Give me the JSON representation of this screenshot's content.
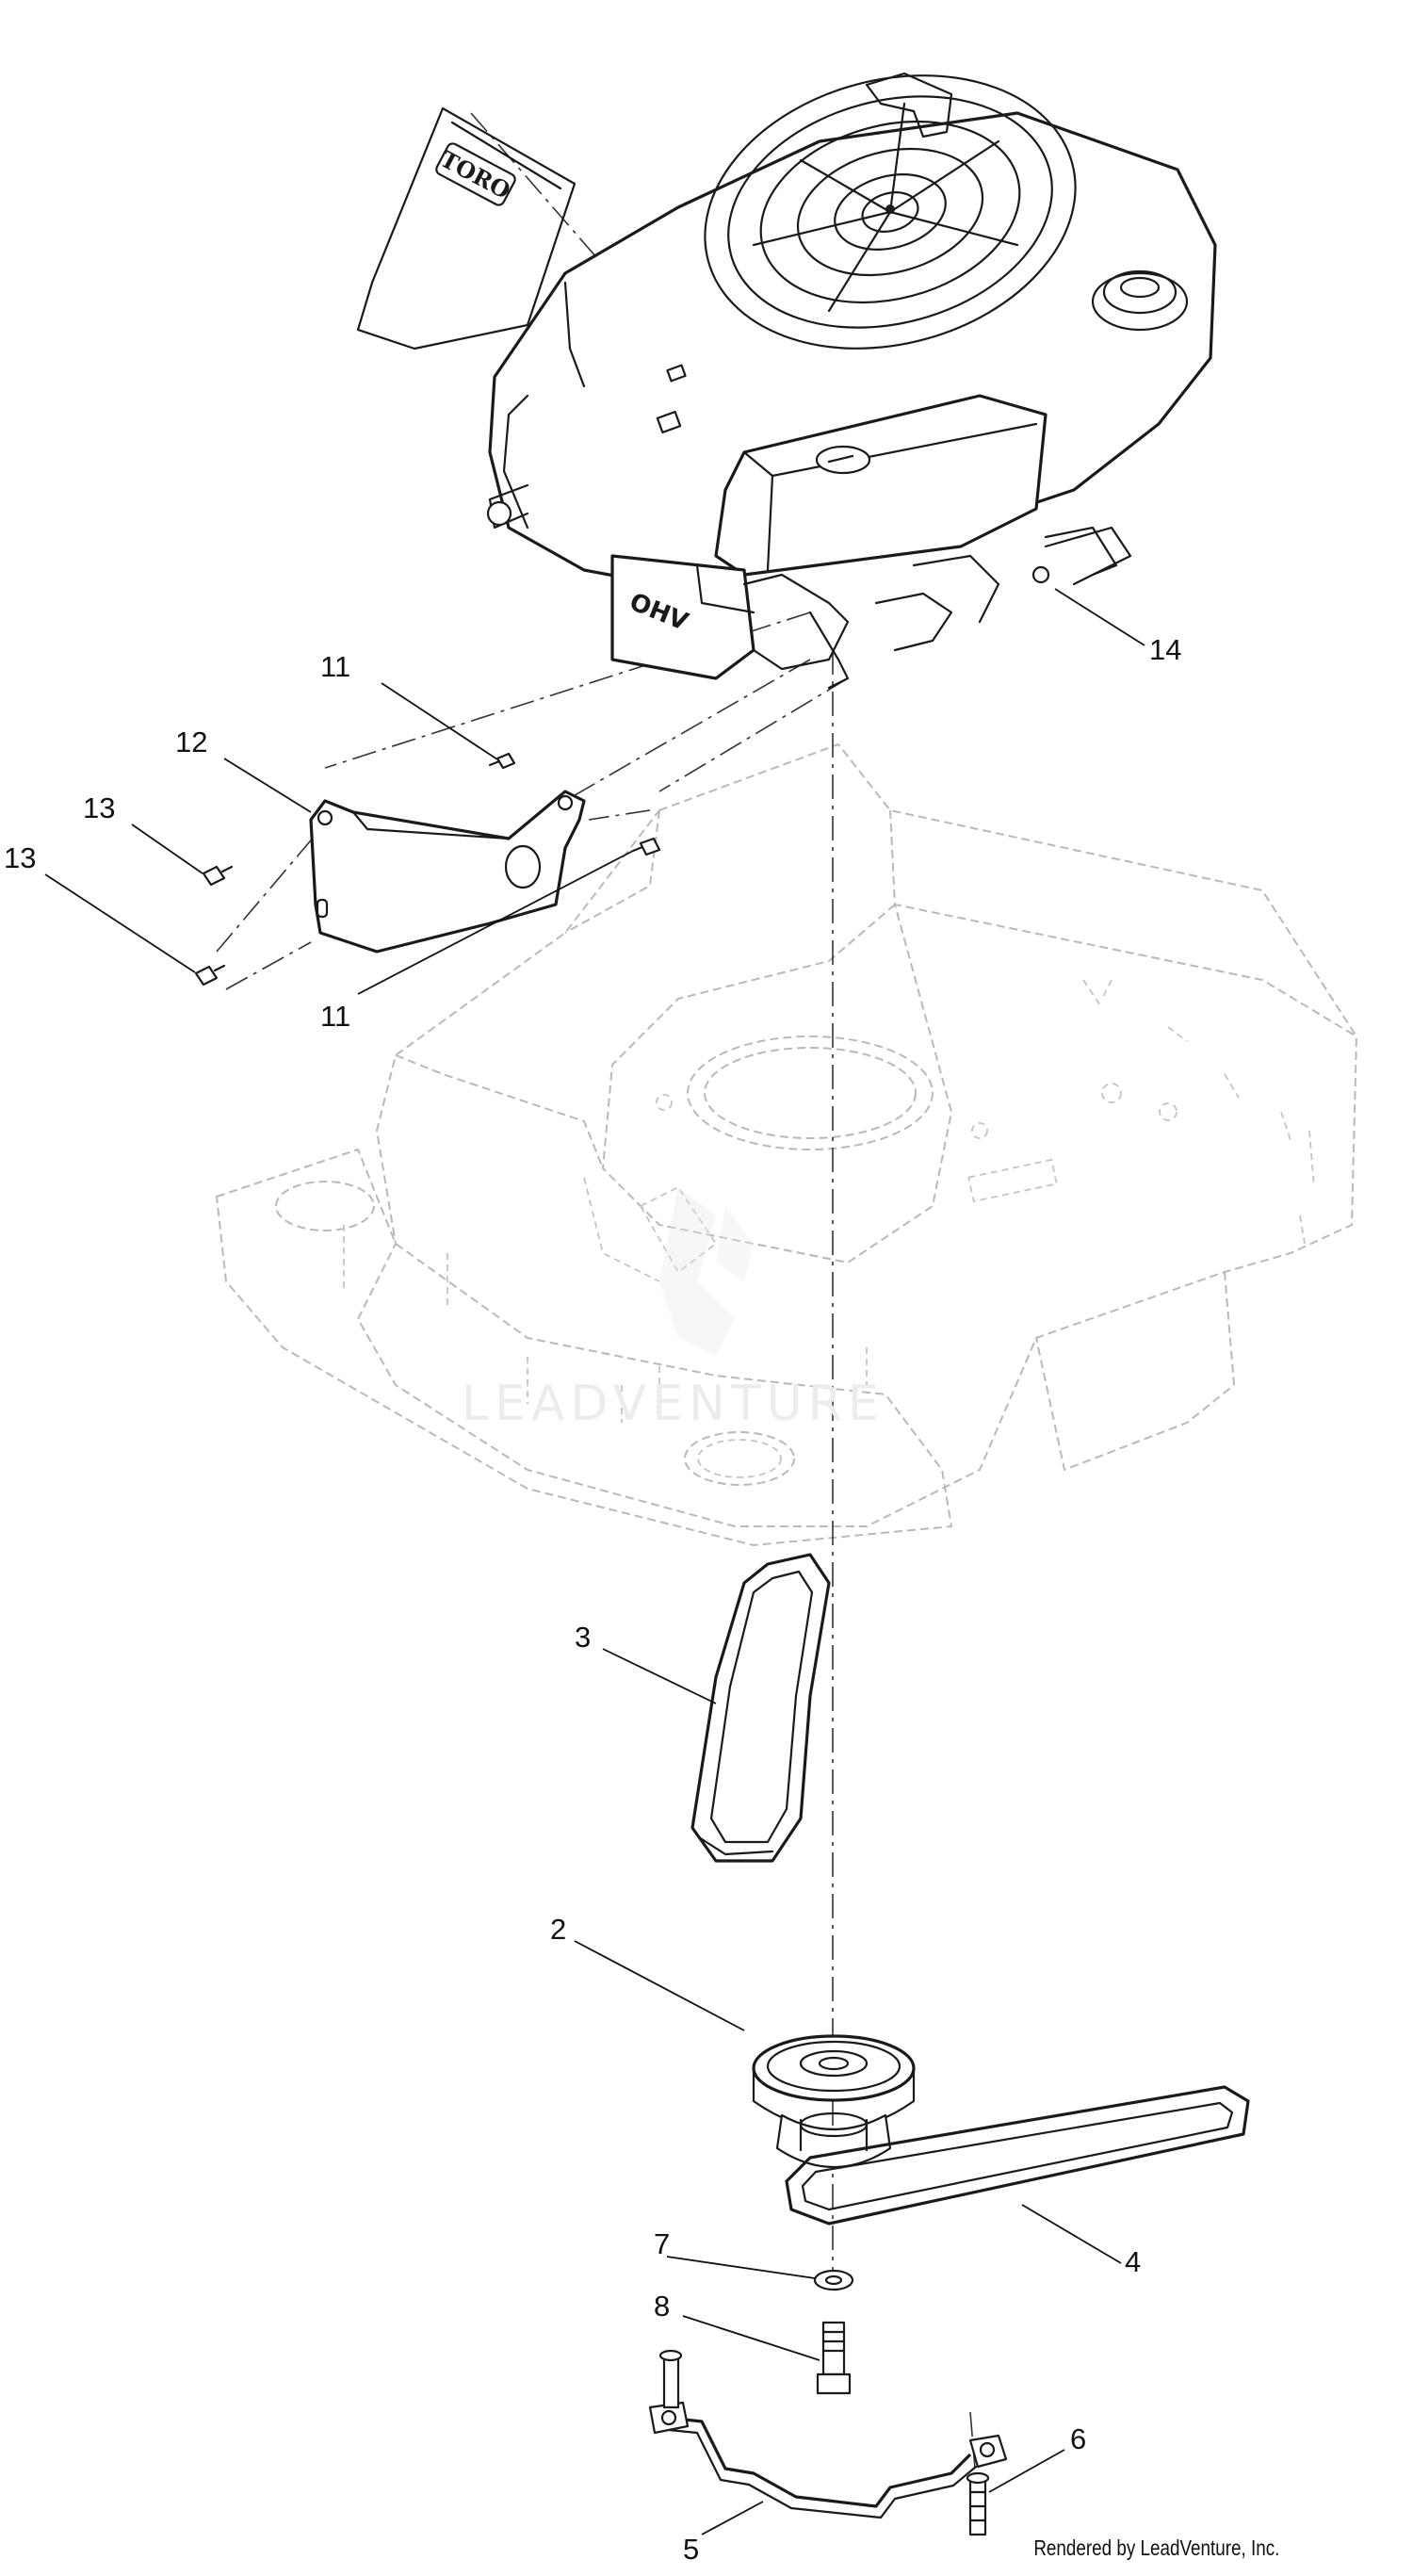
{
  "callouts": {
    "c11a": "11",
    "c12": "12",
    "c13a": "13",
    "c13b": "13",
    "c11b": "11",
    "c14": "14",
    "c3": "3",
    "c2": "2",
    "c4": "4",
    "c7": "7",
    "c8": "8",
    "c6": "6",
    "c5": "5"
  },
  "decal_text": "TORO",
  "engine_badge": "OHV",
  "watermark": "LEADVENTURE",
  "footer": "Rendered by LeadVenture, Inc."
}
